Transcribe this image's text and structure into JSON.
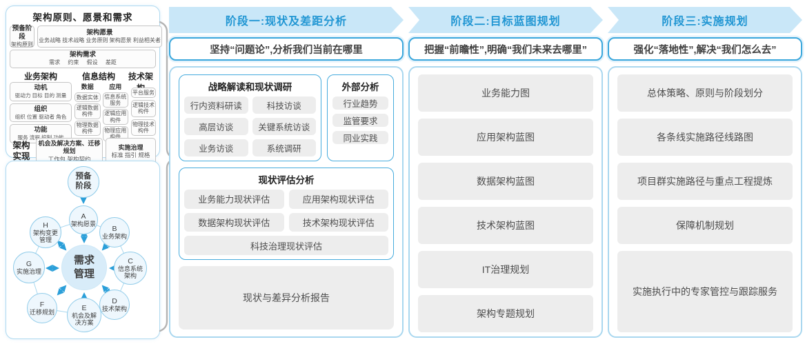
{
  "left_panel": {
    "title": "架构原则、愿景和需求",
    "prep": {
      "title": "预备阶段",
      "sub": "架构原则"
    },
    "vision": {
      "title": "架构愿景",
      "sub": "业务战略 技术战略 业务原则 架构愿景 利益相关者"
    },
    "requirements": {
      "title": "架构需求",
      "sub": "需求 约束 假设 差距"
    },
    "business": {
      "header": "业务架构",
      "boxes": [
        {
          "title": "动机",
          "sub": "驱动力 目标 目的 测量"
        },
        {
          "title": "组织",
          "sub": "组织 位置 驱动者 角色"
        },
        {
          "title": "功能",
          "sub": "服务 流程 控制 功能"
        }
      ]
    },
    "information": {
      "header": "信息结构",
      "data": {
        "title": "数据",
        "items": [
          "数据实体",
          "逻辑数据构件",
          "物理数据构件"
        ]
      },
      "application": {
        "title": "应用",
        "items": [
          "信息系统服务",
          "逻辑应用构件",
          "物理应用构件"
        ]
      }
    },
    "technology": {
      "header": "技术架构",
      "items": [
        "平台服务",
        "逻辑技术构件",
        "物理技术构件"
      ]
    },
    "realization": {
      "label": "架构实现",
      "opportunities": {
        "title": "机会及解决方案、迁移规划",
        "sub": "工作包 架构契约"
      },
      "governance": {
        "title": "实施治理",
        "sub": "标准 指引 规格"
      }
    }
  },
  "adm": {
    "prep": "预备阶段",
    "center": "需求管理",
    "nodes": [
      {
        "letter": "A",
        "label": "架构愿景"
      },
      {
        "letter": "B",
        "label": "业务架构"
      },
      {
        "letter": "C",
        "label": "信息系统架构"
      },
      {
        "letter": "D",
        "label": "技术架构"
      },
      {
        "letter": "E",
        "label": "机会及解决方案"
      },
      {
        "letter": "F",
        "label": "迁移规划"
      },
      {
        "letter": "G",
        "label": "实施治理"
      },
      {
        "letter": "H",
        "label": "架构变更管理"
      }
    ]
  },
  "phases": [
    {
      "header": "阶段一:现状及差距分析",
      "subtitle": "坚持“问题论”,分析我们当前在哪里"
    },
    {
      "header": "阶段二:目标蓝图规划",
      "subtitle": "把握“前瞻性”,明确“我们未来去哪里”"
    },
    {
      "header": "阶段三:实施规划",
      "subtitle": "强化“落地性”,解决“我们怎么去”"
    }
  ],
  "phase1": {
    "strategy": {
      "title": "战略解读和现状调研",
      "items": [
        "行内资料研读",
        "科技访谈",
        "高层访谈",
        "关键系统访谈",
        "业务访谈",
        "系统调研"
      ]
    },
    "external": {
      "title": "外部分析",
      "items": [
        "行业趋势",
        "监管要求",
        "同业实践"
      ]
    },
    "assessment": {
      "title": "现状评估分析",
      "items": [
        "业务能力现状评估",
        "应用架构现状评估",
        "数据架构现状评估",
        "技术架构现状评估",
        "科技治理现状评估"
      ]
    },
    "report": "现状与差异分析报告"
  },
  "phase2": {
    "items": [
      "业务能力图",
      "应用架构蓝图",
      "数据架构蓝图",
      "技术架构蓝图",
      "IT治理规划",
      "架构专题规划"
    ]
  },
  "phase3": {
    "items": [
      "总体策略、原则与阶段划分",
      "各条线实施路径线路图",
      "项目群实施路径与重点工程提炼",
      "保障机制规划",
      "实施执行中的专家管控与跟踪服务"
    ]
  },
  "colors": {
    "accent_blue": "#2196d3",
    "band_bg": "#c9e7f8",
    "panel_border": "#a9d7ef",
    "pill_bg": "#ededed"
  }
}
